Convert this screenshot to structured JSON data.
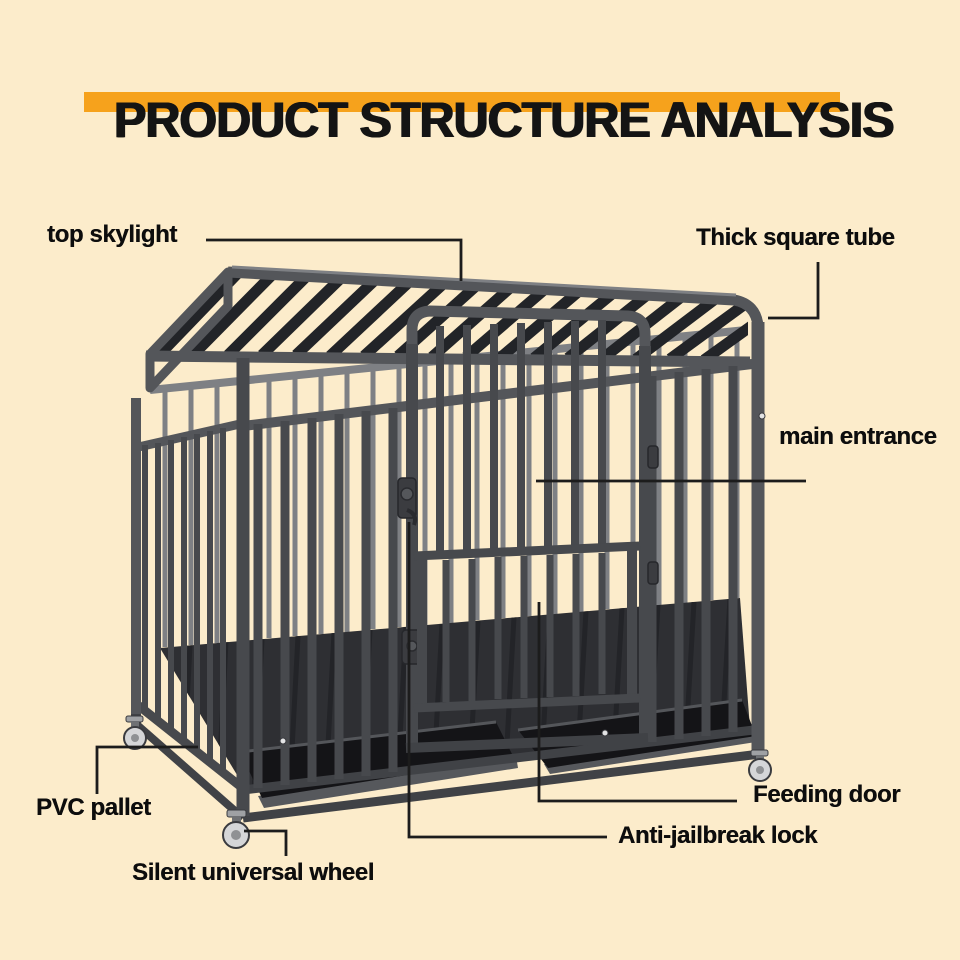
{
  "header": {
    "title": "PRODUCT STRUCTURE ANALYSIS"
  },
  "colors": {
    "background": "#fceccb",
    "accent": "#f6a21c",
    "title_text": "#141414",
    "label_text": "#0d0d0d",
    "cage_dark": "#47494d",
    "cage_mid": "#54565a",
    "cage_light": "#7e8084",
    "floor_dark": "#2e2f33",
    "tray_black": "#141417",
    "leader": "#1c1c1c",
    "caster_gray": "#d5d6d8"
  },
  "labels": {
    "top_skylight": "top skylight",
    "thick_square_tube": "Thick square tube",
    "main_entrance": "main entrance",
    "pvc_pallet": "PVC pallet",
    "silent_universal_wheel": "Silent universal wheel",
    "feeding_door": "Feeding door",
    "anti_jailbreak_lock": "Anti-jailbreak lock"
  }
}
